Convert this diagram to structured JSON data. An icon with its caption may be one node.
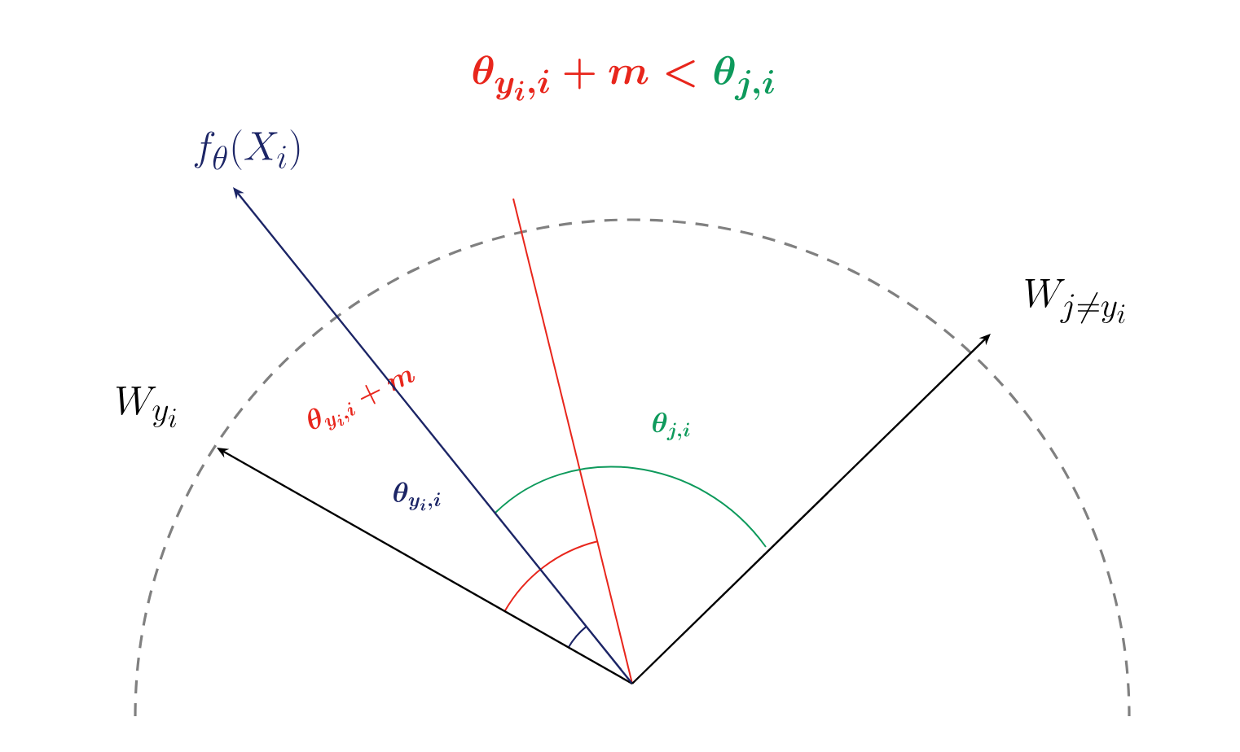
{
  "diagram": {
    "nodes": [
      {
        "text": [
          "W_{y_i}"
        ]
      },
      {
        "text": [
          "f_\\theta(X_i)"
        ]
      },
      {
        "text": [
          "W_{j\\neq y_i}"
        ]
      }
    ],
    "edges": [
      {
        "from": null,
        "to": 0,
        "arrow": "to"
      },
      {
        "from": null,
        "to": 1,
        "arrow": "to",
        "color": "#1c2566"
      },
      {
        "from": null,
        "to": 2,
        "arrow": "to"
      }
    ],
    "labels": [
      "\\theta_{y_i,i}+m<",
      "\\theta_{j,i}",
      "\\theta_{y_i,i}+m",
      "\\theta_{j,i}",
      "\\theta_{y_i,i}"
    ]
  }
}
